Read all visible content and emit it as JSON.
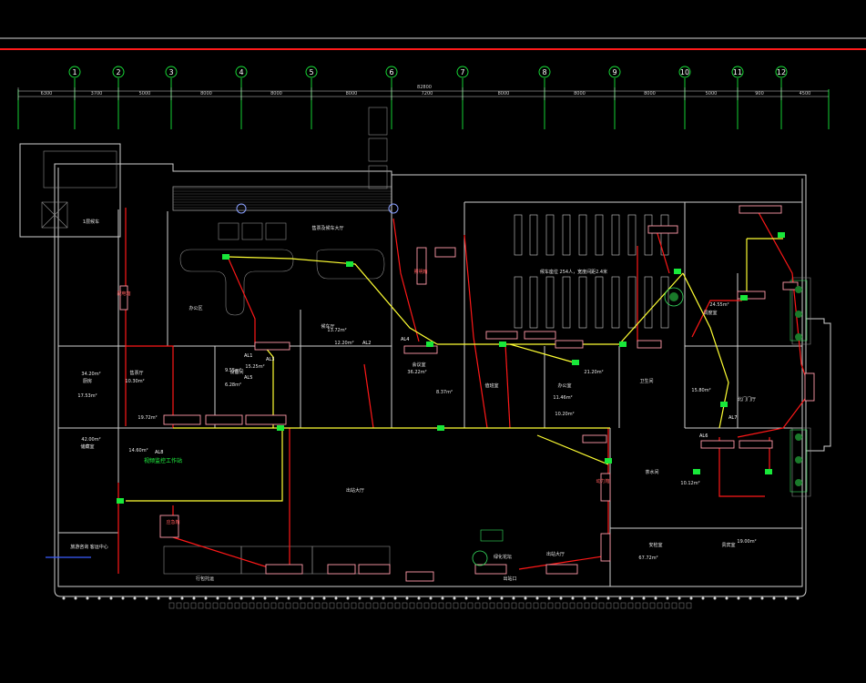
{
  "header": {
    "accent_line_color": "#ff1a1a"
  },
  "grid": {
    "axes": [
      "1",
      "2",
      "3",
      "4",
      "5",
      "6",
      "7",
      "8",
      "9",
      "10",
      "11",
      "12"
    ],
    "total_dimension": "82800",
    "spans": [
      "6300",
      "3700",
      "5000",
      "8000",
      "8000",
      "8000",
      "7200",
      "8000",
      "8000",
      "8000",
      "5000",
      "900",
      "4500"
    ]
  },
  "rooms": {
    "ticket_hall": "售票及候车大厅",
    "entrance_lobby": "出站大厅",
    "office_area": "办公区",
    "seats_info": "候车座位 254人，宽度间距2.4米",
    "waiting_hall": "候车厅",
    "main_hall": "出站大厅",
    "garden": "绿化花坛",
    "monitor_station": "视频监控工作站",
    "right_lobby": "北门门厅",
    "security_room": "安检室",
    "vip_room": "贵宾室",
    "meeting_room": "会议室",
    "tea_room": "茶水间",
    "office_a": "办公室",
    "office_b": "值班室",
    "duty_room": "调度室",
    "equipment": "设备间",
    "kitchen": "厨房",
    "toilet": "卫生间",
    "storage": "储藏室",
    "hall_left": "1层候车",
    "left_hall_b": "售票厅",
    "bottom_left": "旅游咨询\n客运中心",
    "bottom_entry": "出站口",
    "ticket_exit": "行包托运",
    "bottom_right": "出站口",
    "area_1": "34.20m²",
    "area_2": "10.30m²",
    "area_3": "17.53m²",
    "area_4": "42.00m²",
    "area_5": "15.25m²",
    "area_6": "9.55m²",
    "area_7": "6.28m²",
    "area_8": "13.72m²",
    "area_9": "12.20m²",
    "area_10": "36.22m²",
    "area_11": "8.37m²",
    "area_12": "11.46m²",
    "area_13": "10.20m²",
    "area_14": "21.20m²",
    "area_15": "14.60m²",
    "area_16": "67.72m²",
    "area_17": "19.00m²",
    "area_18": "15.80m²",
    "area_19": "10.12m²",
    "area_20": "24.55m²",
    "area_21": "19.72m²"
  },
  "equipment_labels": {
    "al1": "AL1",
    "al2": "AL2",
    "al3": "AL3",
    "al4": "AL4",
    "al5": "AL5",
    "al6": "AL6",
    "al7": "AL7",
    "al8": "AL8",
    "box_a": "配电箱",
    "box_b": "照明箱",
    "box_c": "应急箱",
    "box_d": "动力箱"
  },
  "colors": {
    "background": "#000000",
    "grid_line": "#18e83a",
    "wall": "#cfcfcf",
    "red_cable": "#ff1818",
    "yellow_cable": "#ffff33",
    "pink_box": "#ff9aa8"
  }
}
